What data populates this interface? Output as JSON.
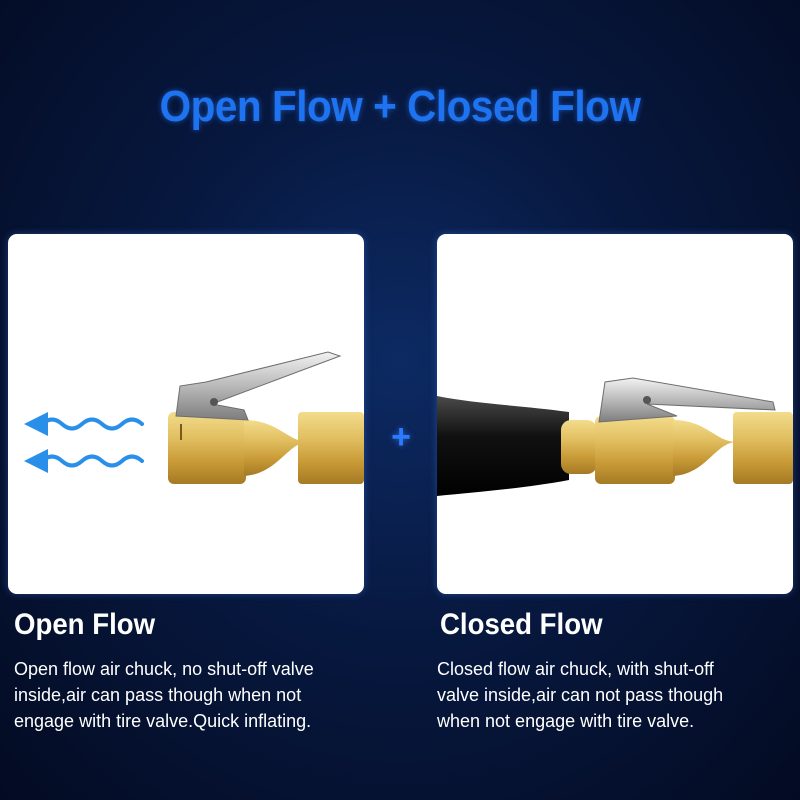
{
  "title": "Open Flow + Closed Flow",
  "separator": "+",
  "colors": {
    "title_blue": "#1e73f0",
    "background": "#07183f",
    "brass": "#d8b24a",
    "airflow_arrow": "#2a8fe8"
  },
  "panels": {
    "open": {
      "heading": "Open Flow",
      "description_lines": [
        "Open flow air chuck, no shut-off valve",
        "inside,air can pass though when not",
        "engage with tire valve.Quick inflating."
      ],
      "image_subject": "brass-open-flow-air-chuck-with-airflow-arrows"
    },
    "closed": {
      "heading": "Closed Flow",
      "description_lines": [
        "Closed flow air chuck, with shut-off",
        "valve inside,air can not pass though",
        "when not engage with tire valve."
      ],
      "image_subject": "brass-closed-flow-air-chuck-with-black-hose"
    }
  }
}
